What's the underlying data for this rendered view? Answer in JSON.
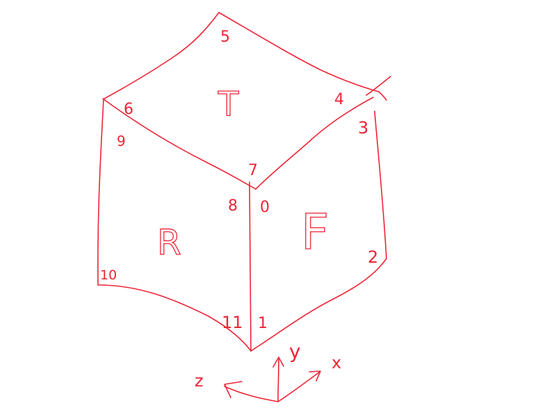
{
  "colors": {
    "ink": "#ee2436",
    "background": "#ffffff"
  },
  "faces": {
    "top": "T",
    "right": "R",
    "front": "F"
  },
  "vertices": {
    "v5": "5",
    "v6": "6",
    "v4": "4",
    "v3": "3",
    "v9": "9",
    "v7": "7",
    "v8": "8",
    "v0": "0",
    "v2": "2",
    "v10": "10",
    "v11": "11",
    "v1": "1"
  },
  "axes": {
    "x": "x",
    "y": "y",
    "z": "z"
  }
}
